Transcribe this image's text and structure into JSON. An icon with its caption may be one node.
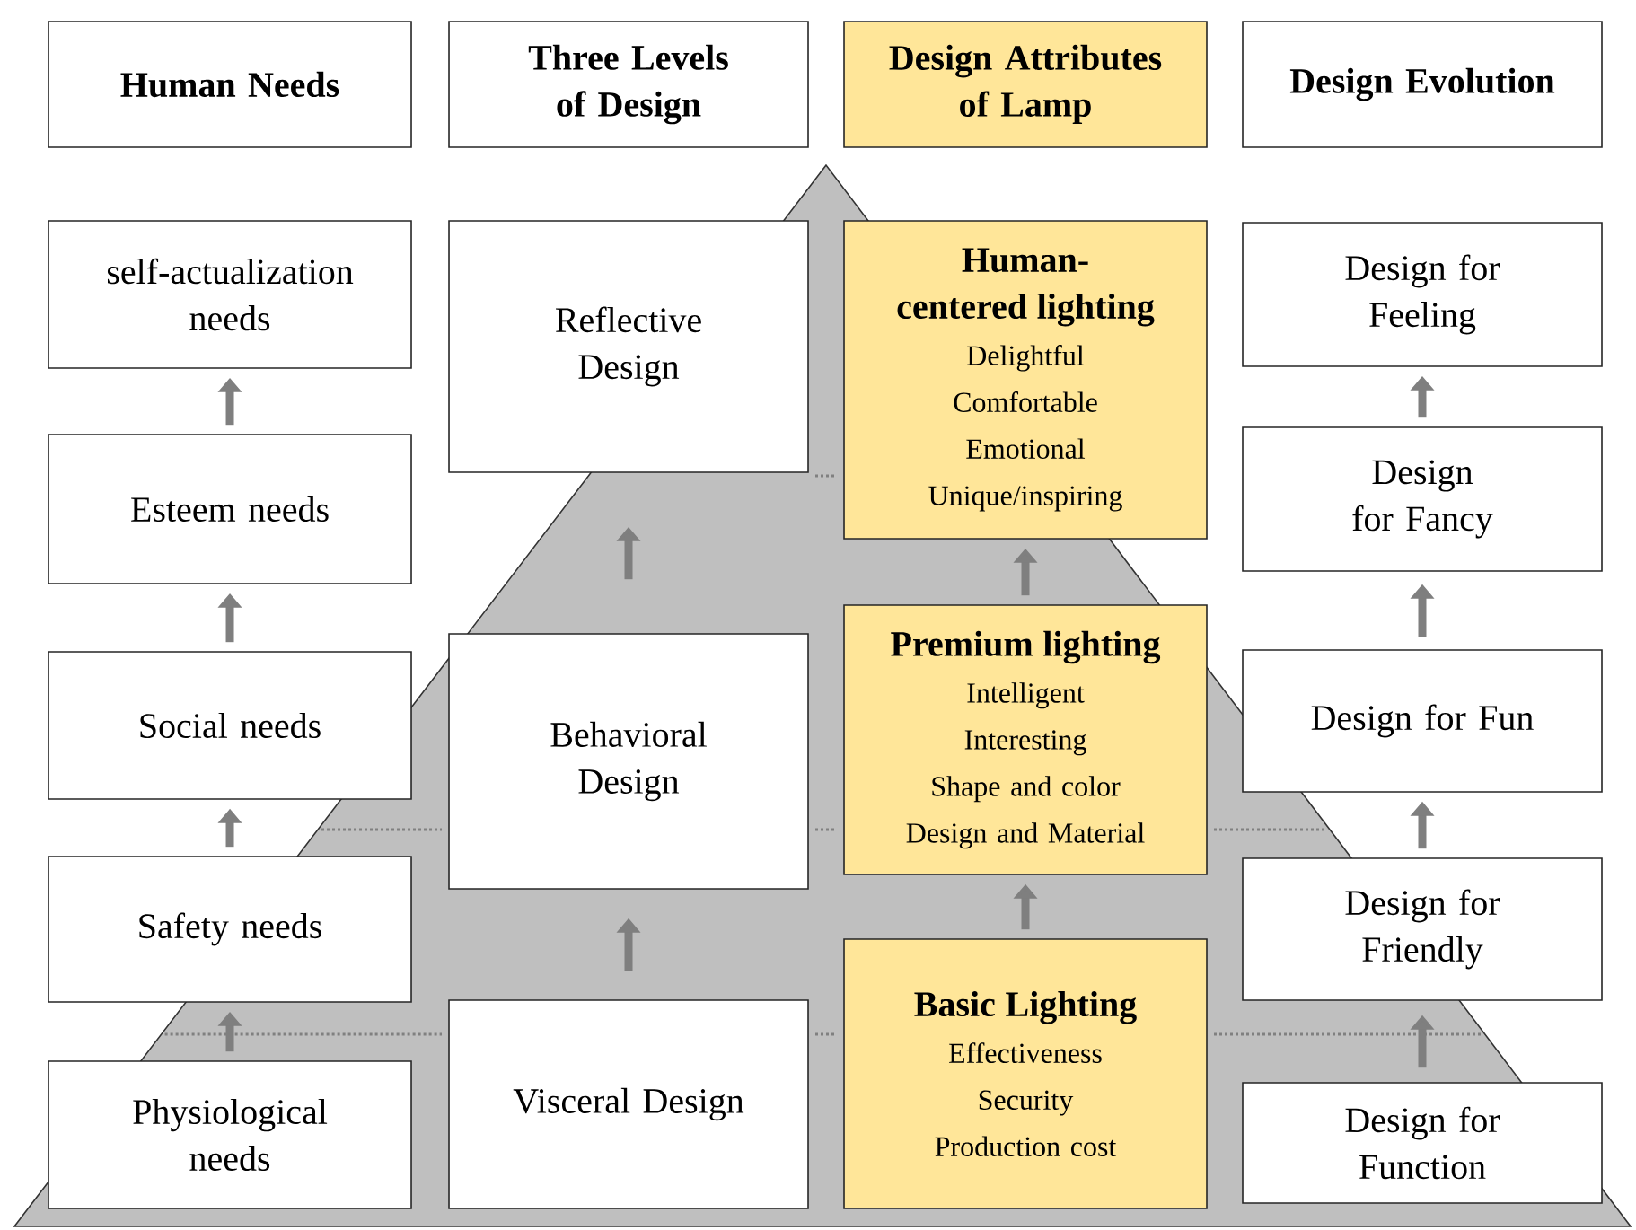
{
  "diagram": {
    "nodes": [
      {
        "text": [
          "Human Needs"
        ]
      },
      {
        "text": [
          "Three Levels of Design"
        ]
      },
      {
        "text": [
          "Design Attributes of Lamp"
        ]
      },
      {
        "text": [
          "Design Evolution"
        ]
      },
      {
        "text": [
          "self-actualization needs"
        ]
      },
      {
        "text": [
          "Esteem needs"
        ]
      },
      {
        "text": [
          "Social needs"
        ]
      },
      {
        "text": [
          "Safety needs"
        ]
      },
      {
        "text": [
          "Physiological needs"
        ]
      },
      {
        "text": [
          "Reflective Design"
        ]
      },
      {
        "text": [
          "Behavioral Design"
        ]
      },
      {
        "text": [
          "Visceral Design"
        ]
      },
      {
        "text": [
          "Human-centered lighting",
          "Delightful",
          "Comfortable",
          "Emotional",
          "Unique/inspiring"
        ]
      },
      {
        "text": [
          "Premium lighting",
          "Intelligent",
          "Interesting",
          "Shape and color",
          "Design and Material"
        ]
      },
      {
        "text": [
          "Basic Lighting",
          "Effectiveness",
          "Security",
          "Production cost"
        ]
      },
      {
        "text": [
          "Design for Feeling"
        ]
      },
      {
        "text": [
          "Design for Fancy"
        ]
      },
      {
        "text": [
          "Design for Fun"
        ]
      },
      {
        "text": [
          "Design for Friendly"
        ]
      },
      {
        "text": [
          "Design for Function"
        ]
      }
    ],
    "edges": [
      {
        "from": 5,
        "to": 4,
        "arrow": "to"
      },
      {
        "from": 6,
        "to": 5,
        "arrow": "to"
      },
      {
        "from": 7,
        "to": 6,
        "arrow": "to"
      },
      {
        "from": 8,
        "to": 7,
        "arrow": "to"
      },
      {
        "from": 10,
        "to": 9,
        "arrow": "to"
      },
      {
        "from": 11,
        "to": 10,
        "arrow": "to"
      },
      {
        "from": 13,
        "to": 12,
        "arrow": "to"
      },
      {
        "from": 14,
        "to": 13,
        "arrow": "to"
      },
      {
        "from": 16,
        "to": 15,
        "arrow": "to"
      },
      {
        "from": 17,
        "to": 16,
        "arrow": "to"
      },
      {
        "from": 18,
        "to": 17,
        "arrow": "to"
      },
      {
        "from": 19,
        "to": 18,
        "arrow": "to"
      }
    ]
  }
}
